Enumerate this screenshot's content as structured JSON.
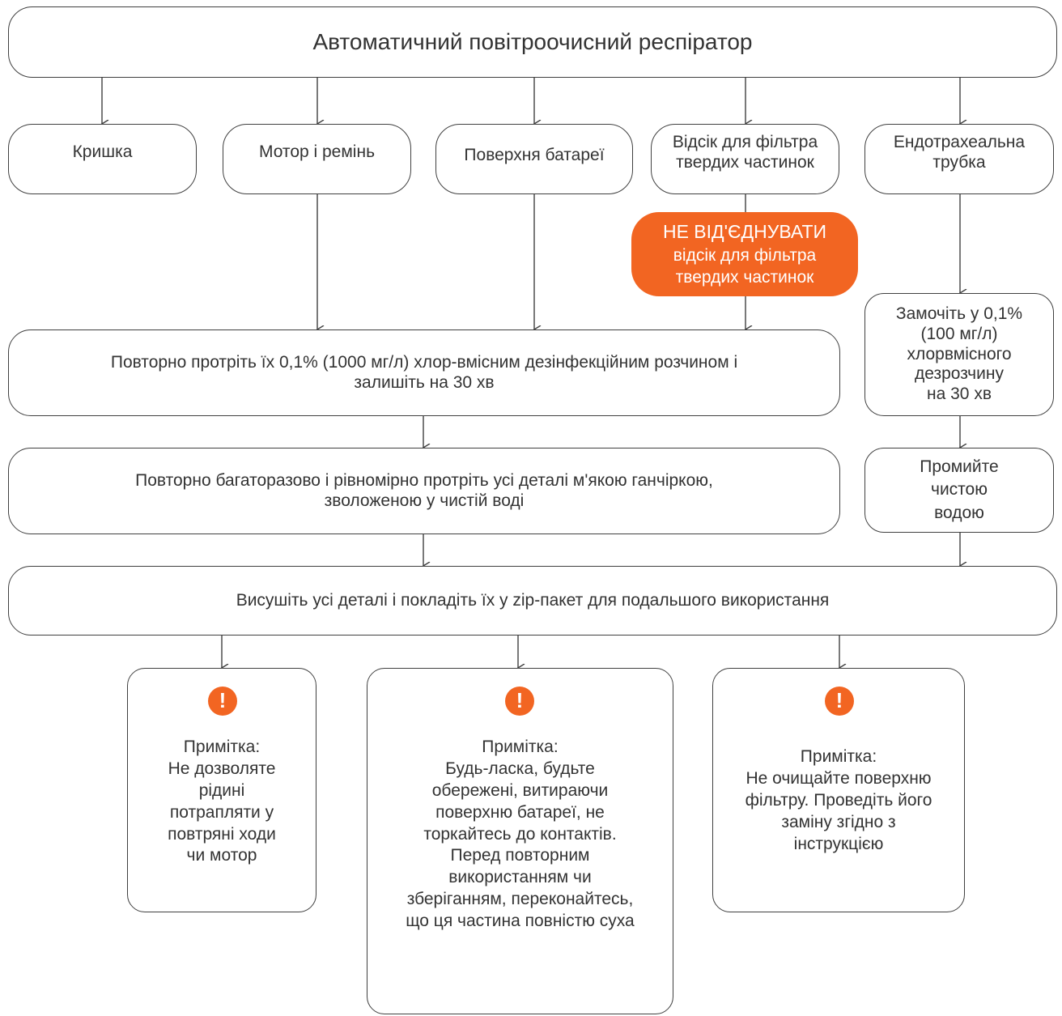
{
  "title": "Автоматичний повітроочисний респіратор",
  "components": [
    {
      "lines": [
        "Кришка"
      ]
    },
    {
      "lines": [
        "Мотор і ремінь"
      ]
    },
    {
      "lines": [
        "Поверхня батареї"
      ]
    },
    {
      "lines": [
        "Відсік для фільтра",
        "твердих частинок"
      ]
    },
    {
      "lines": [
        "Ендотрахеальна",
        "трубка"
      ]
    }
  ],
  "warning": {
    "lines": [
      "НЕ ВІД'ЄДНУВАТИ",
      "відсік для фільтра",
      "твердих частинок"
    ]
  },
  "step_wipe_chlorine": {
    "lines": [
      "Повторно протріть їх 0,1% (1000 мг/л) хлор-вмісним дезінфекційним розчином і",
      "залишіть на 30 хв"
    ]
  },
  "step_wipe_water": {
    "lines": [
      "Повторно багаторазово і рівномірно протріть усі деталі м'якою ганчіркою,",
      "зволоженою у чистій воді"
    ]
  },
  "step_dry": {
    "lines": [
      "Висушіть усі деталі і покладіть їх у zip-пакет для подальшого використання"
    ]
  },
  "tube_soak": {
    "lines": [
      "Замочіть у 0,1%",
      "(100 мг/л)",
      "хлорвмісного",
      "дезрозчину",
      "на 30 хв"
    ]
  },
  "tube_rinse": {
    "lines": [
      "Промийте",
      "чистою",
      "водою"
    ]
  },
  "notes": [
    {
      "icon": "!",
      "lines": [
        "Примітка:",
        "Не дозволяте",
        "рідині",
        "потрапляти у",
        "повтряні ходи",
        "чи мотор"
      ]
    },
    {
      "icon": "!",
      "lines": [
        "Примітка:",
        "Будь-ласка, будьте",
        "обережені, витираючи",
        "поверхню батареї, не",
        "торкайтесь до контактів.",
        "Перед повторним",
        "використанням чи",
        "зберіганням, переконайтесь,",
        "що ця частина повністю суха"
      ]
    },
    {
      "icon": "!",
      "lines": [
        "Примітка:",
        "Не  очищайте поверхню",
        "фільтру. Проведіть його",
        "заміну згідно з",
        "інструкцією"
      ]
    }
  ],
  "colors": {
    "accent": "#f26522",
    "border": "#404040",
    "text": "#333333"
  }
}
